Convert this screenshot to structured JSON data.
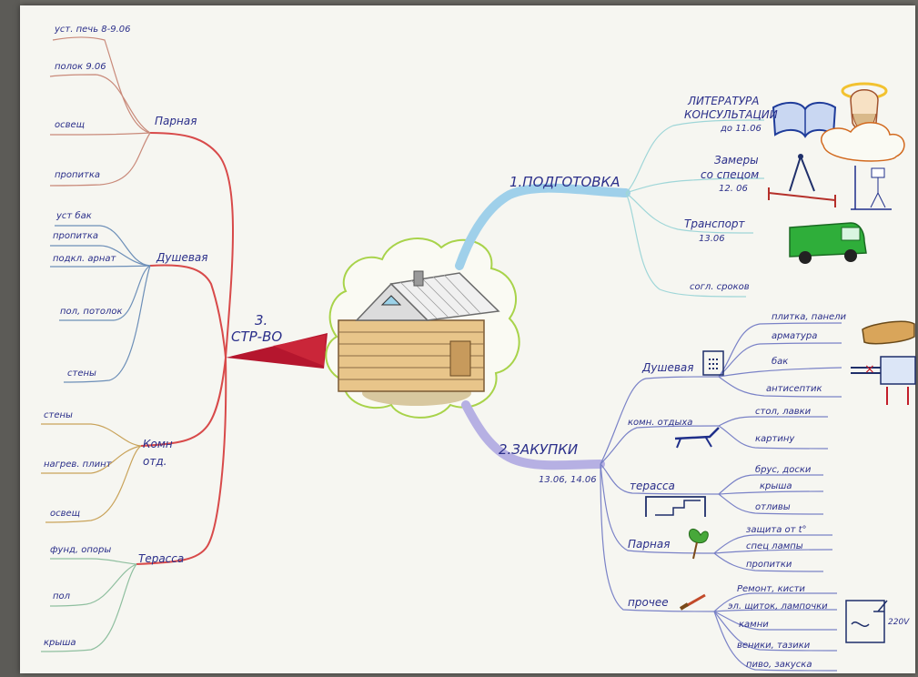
{
  "center": {
    "label_line1": "3.",
    "label_line2": "СТР-ВО"
  },
  "left": {
    "parnaya": {
      "label": "Парная",
      "items": [
        "уст. печь 8-9.06",
        "полок 9.06",
        "освещ",
        "пропитка"
      ]
    },
    "dushevaya": {
      "label": "Душевая",
      "items": [
        "уст бак",
        "пропитка",
        "подкл. арнат",
        "пол, потолок",
        "стены"
      ]
    },
    "komn": {
      "label_line1": "Комн",
      "label_line2": "отд.",
      "items": [
        "стены",
        "нагрев. плинт",
        "освещ"
      ]
    },
    "terassa": {
      "label": "Терасса",
      "items": [
        "фунд, опоры",
        "пол",
        "крыша"
      ]
    }
  },
  "prep": {
    "label": "1.ПОДГОТОВКА",
    "items": {
      "lit_line1": "ЛИТЕРАТУРА",
      "lit_line2": "КОНСУЛЬТАЦИИ",
      "lit_line3": "до 11.06",
      "zam_line1": "Замеры",
      "zam_line2": "со спецом",
      "zam_line3": "12. 06",
      "trans_line1": "Транспорт",
      "trans_line2": "13.06",
      "sogl": "согл. сроков"
    }
  },
  "purchases": {
    "label": "2.ЗАКУПКИ",
    "dates": "13.06, 14.06",
    "groups": {
      "dushevaya": {
        "label": "Душевая",
        "items": [
          "плитка, панели",
          "арматура",
          "бак",
          "антисептик"
        ]
      },
      "komn": {
        "label": "комн. отдыха",
        "items": [
          "стол, лавки",
          "картину"
        ]
      },
      "terassa": {
        "label": "терасса",
        "items": [
          "брус, доски",
          "крыша",
          "отливы"
        ]
      },
      "parnaya": {
        "label": "Парная",
        "items": [
          "защита от t°",
          "спец лампы",
          "пропитки"
        ]
      },
      "prochee": {
        "label": "прочее",
        "items": [
          "Ремонт, кисти",
          "эл. щиток, лампочки",
          "камни",
          "веники, тазики",
          "пиво, закуска"
        ]
      }
    },
    "voltage": "220V"
  }
}
